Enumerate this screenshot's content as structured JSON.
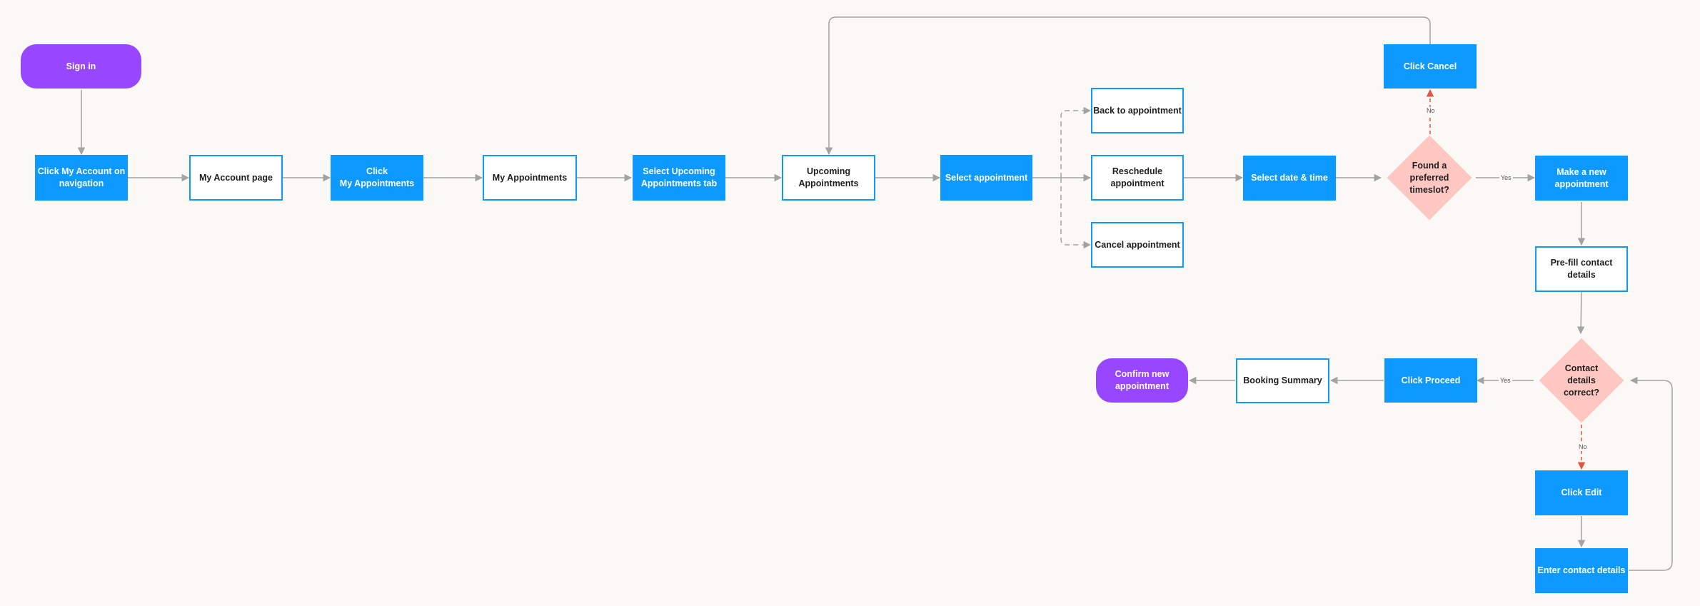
{
  "colors": {
    "background": "#fbf9f6",
    "terminal": "#9747ff",
    "action": "#0d99ff",
    "screen_border": "#0d99ff",
    "decision": "#ffc7c2",
    "connector": "#a3a3a3",
    "no_connector": "#e2543f"
  },
  "nodes": {
    "sign_in": "Sign in",
    "click_my_account": "Click My Account on\nnavigation",
    "my_account_page": "My Account page",
    "click_my_appointments": "Click\nMy Appointments",
    "my_appointments": "My Appointments",
    "select_upcoming_tab": "Select Upcoming\nAppointments tab",
    "upcoming_appointments": "Upcoming\nAppointments",
    "select_appointment": "Select appointment",
    "back_to_appointment": "Back to appointment",
    "reschedule_appointment": "Reschedule\nappointment",
    "cancel_appointment": "Cancel appointment",
    "select_date_time": "Select date & time",
    "found_timeslot": "Found a\npreferred\ntimeslot?",
    "click_cancel": "Click Cancel",
    "make_new_appointment": "Make a new\nappointment",
    "prefill_contact": "Pre-fill contact\ndetails",
    "contact_correct": "Contact\ndetails\ncorrect?",
    "click_proceed": "Click Proceed",
    "booking_summary": "Booking Summary",
    "confirm_new_appointment": "Confirm new\nappointment",
    "click_edit": "Click Edit",
    "enter_contact_details": "Enter contact details"
  },
  "edge_labels": {
    "timeslot_yes": "Yes",
    "timeslot_no": "No",
    "contact_yes": "Yes",
    "contact_no": "No"
  }
}
